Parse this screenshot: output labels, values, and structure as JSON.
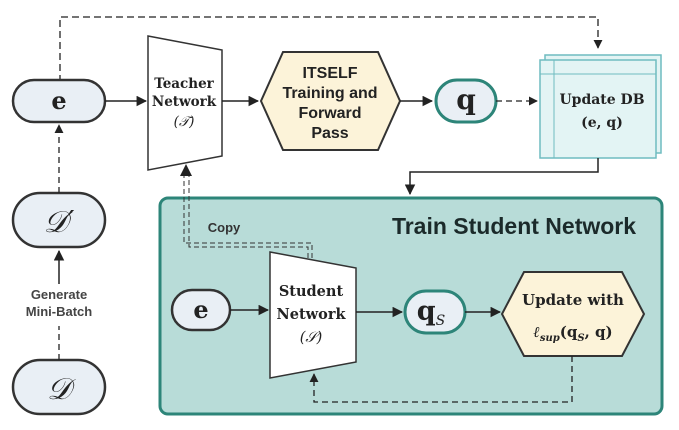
{
  "nodes": {
    "e_top": "e",
    "d_prime": "𝒟′",
    "d": "𝒟",
    "generate": {
      "line1": "Generate",
      "line2": "Mini-Batch"
    },
    "teacher": {
      "line1": "Teacher",
      "line2": "Network",
      "line3": "(𝒯)"
    },
    "itself": {
      "line1": "ITSELF",
      "line2": "Training and",
      "line3": "Forward",
      "line4": "Pass"
    },
    "q_top": "q",
    "update_db": {
      "line1": "Update DB",
      "line2": "(e, q)"
    },
    "copy": "Copy",
    "train_student": "Train Student Network",
    "e_bottom": "e",
    "student": {
      "line1": "Student",
      "line2": "Network",
      "line3": "(𝒮)"
    },
    "q_s": {
      "base": "q",
      "sub": "S"
    },
    "update_with": {
      "line1": "Update with",
      "loss": "ℓ",
      "loss_sub": "sup",
      "args": "(q",
      "args_sub": "S",
      "args_end": ", q)"
    }
  },
  "colors": {
    "pill_fill": "#e9eff5",
    "stroke": "#333333",
    "teal_border": "#2d8579",
    "teal_fill": "#b8dcd8",
    "cream": "#fcf3d9",
    "db_fill": "#e3f4f4",
    "db_border": "#6fbcc0"
  }
}
